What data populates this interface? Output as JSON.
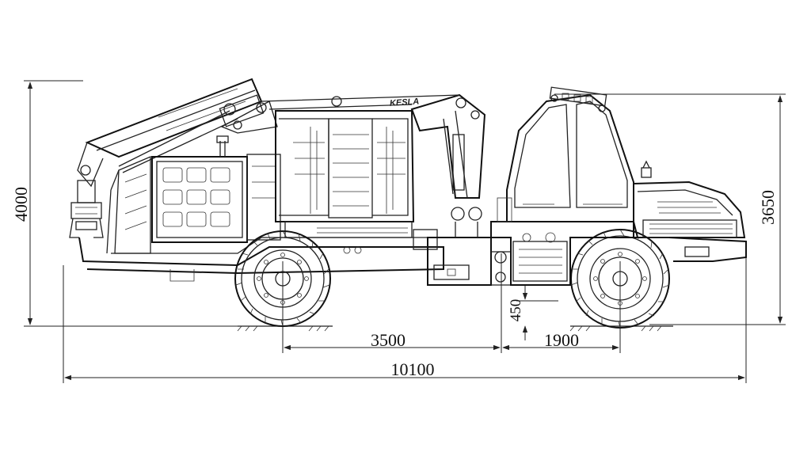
{
  "dimensions": {
    "overall_height": "4000",
    "cab_height": "3650",
    "ground_clearance": "450",
    "wheelbase_front": "3500",
    "wheelbase_rear": "1900",
    "overall_length": "10100"
  },
  "machine": {
    "brand_label": "KESLA"
  },
  "colors": {
    "line": "#222222",
    "background": "#ffffff"
  }
}
